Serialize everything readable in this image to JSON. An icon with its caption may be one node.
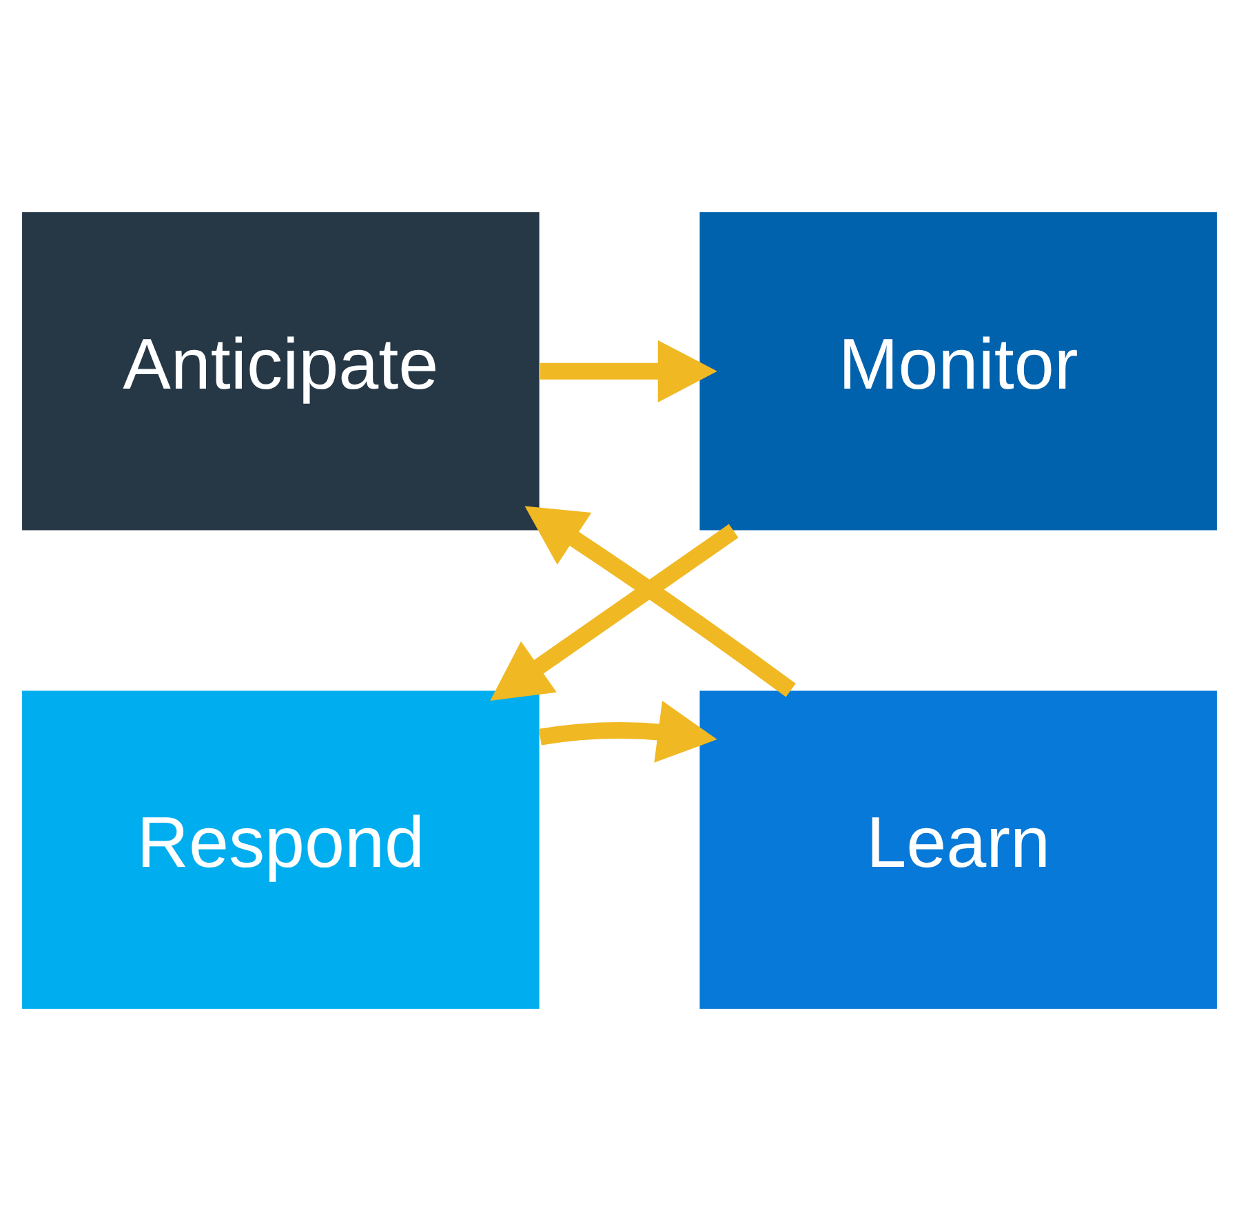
{
  "diagram": {
    "nodes": [
      {
        "text": [
          "Anticipate"
        ]
      },
      {
        "text": [
          "Monitor"
        ]
      },
      {
        "text": [
          "Respond"
        ]
      },
      {
        "text": [
          "Learn"
        ]
      }
    ],
    "edges": [
      {
        "from": 0,
        "to": 1,
        "arrow": "to"
      },
      {
        "from": 1,
        "to": 2,
        "arrow": "to"
      },
      {
        "from": 2,
        "to": 3,
        "arrow": "to"
      },
      {
        "from": 3,
        "to": 0,
        "arrow": "to"
      }
    ]
  }
}
